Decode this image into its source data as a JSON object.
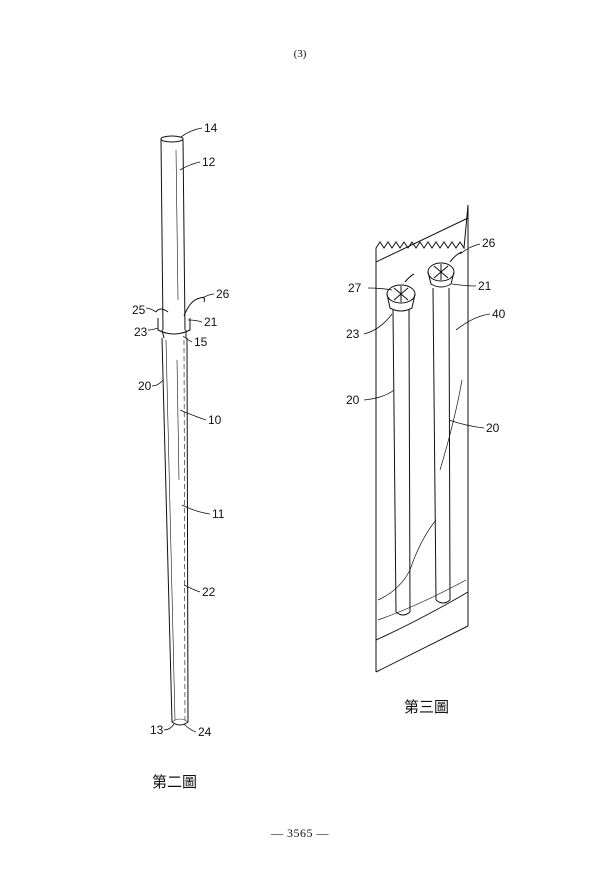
{
  "header": {
    "page_number": "(3)"
  },
  "footer": {
    "text": "— 3565 —"
  },
  "figure2": {
    "caption": "第二圖",
    "labels": [
      "14",
      "12",
      "25",
      "26",
      "23",
      "21",
      "15",
      "20",
      "10",
      "11",
      "22",
      "13",
      "24"
    ]
  },
  "figure3": {
    "caption": "第三圖",
    "labels": [
      "26",
      "27",
      "21",
      "40",
      "23",
      "20",
      "20"
    ]
  }
}
